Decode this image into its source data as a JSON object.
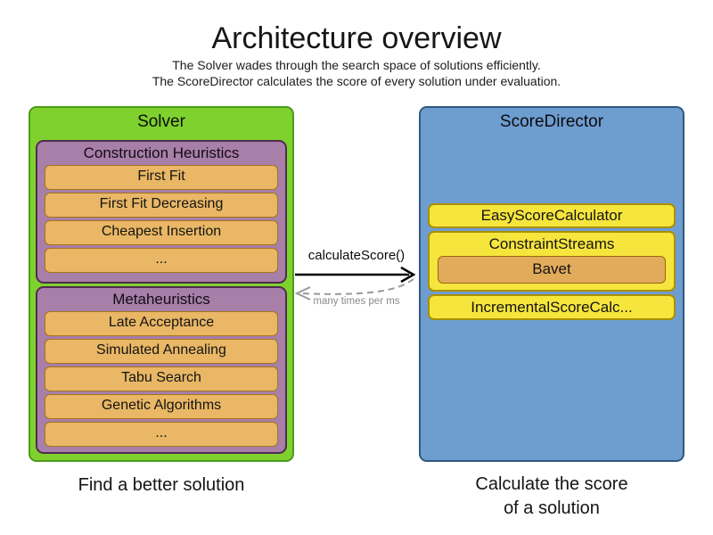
{
  "header": {
    "title": "Architecture overview",
    "subtitle_line1": "The Solver wades through the search space of solutions efficiently.",
    "subtitle_line2": "The ScoreDirector calculates the score of every solution under evaluation."
  },
  "solver": {
    "label": "Solver",
    "caption": "Find a better solution",
    "construction_heuristics": {
      "label": "Construction Heuristics",
      "items": [
        "First Fit",
        "First Fit Decreasing",
        "Cheapest Insertion",
        "..."
      ]
    },
    "metaheuristics": {
      "label": "Metaheuristics",
      "items": [
        "Late Acceptance",
        "Simulated Annealing",
        "Tabu Search",
        "Genetic Algorithms",
        "..."
      ]
    }
  },
  "score_director": {
    "label": "ScoreDirector",
    "caption_line1": "Calculate the score",
    "caption_line2": "of a solution",
    "calculators": [
      "EasyScoreCalculator",
      "ConstraintStreams",
      "IncrementalScoreCalc..."
    ],
    "constraint_streams_child": "Bavet"
  },
  "interaction": {
    "call_label": "calculateScore()",
    "frequency_label": "many times per ms"
  },
  "colors": {
    "solver_fill": "#7fd12e",
    "solver_border": "#4e9a1c",
    "heuristic_group_fill": "#a77fa8",
    "heuristic_group_border": "#502c50",
    "heuristic_item_fill": "#e9b765",
    "heuristic_item_border": "#a8751b",
    "director_fill": "#6e9dd0",
    "director_border": "#31597f",
    "calculator_fill": "#f6e53c",
    "calculator_border": "#a99000",
    "bavet_fill": "#e2ab5c",
    "call_arrow": "#000000",
    "frequency_arrow": "#999999",
    "background": "#ffffff"
  }
}
